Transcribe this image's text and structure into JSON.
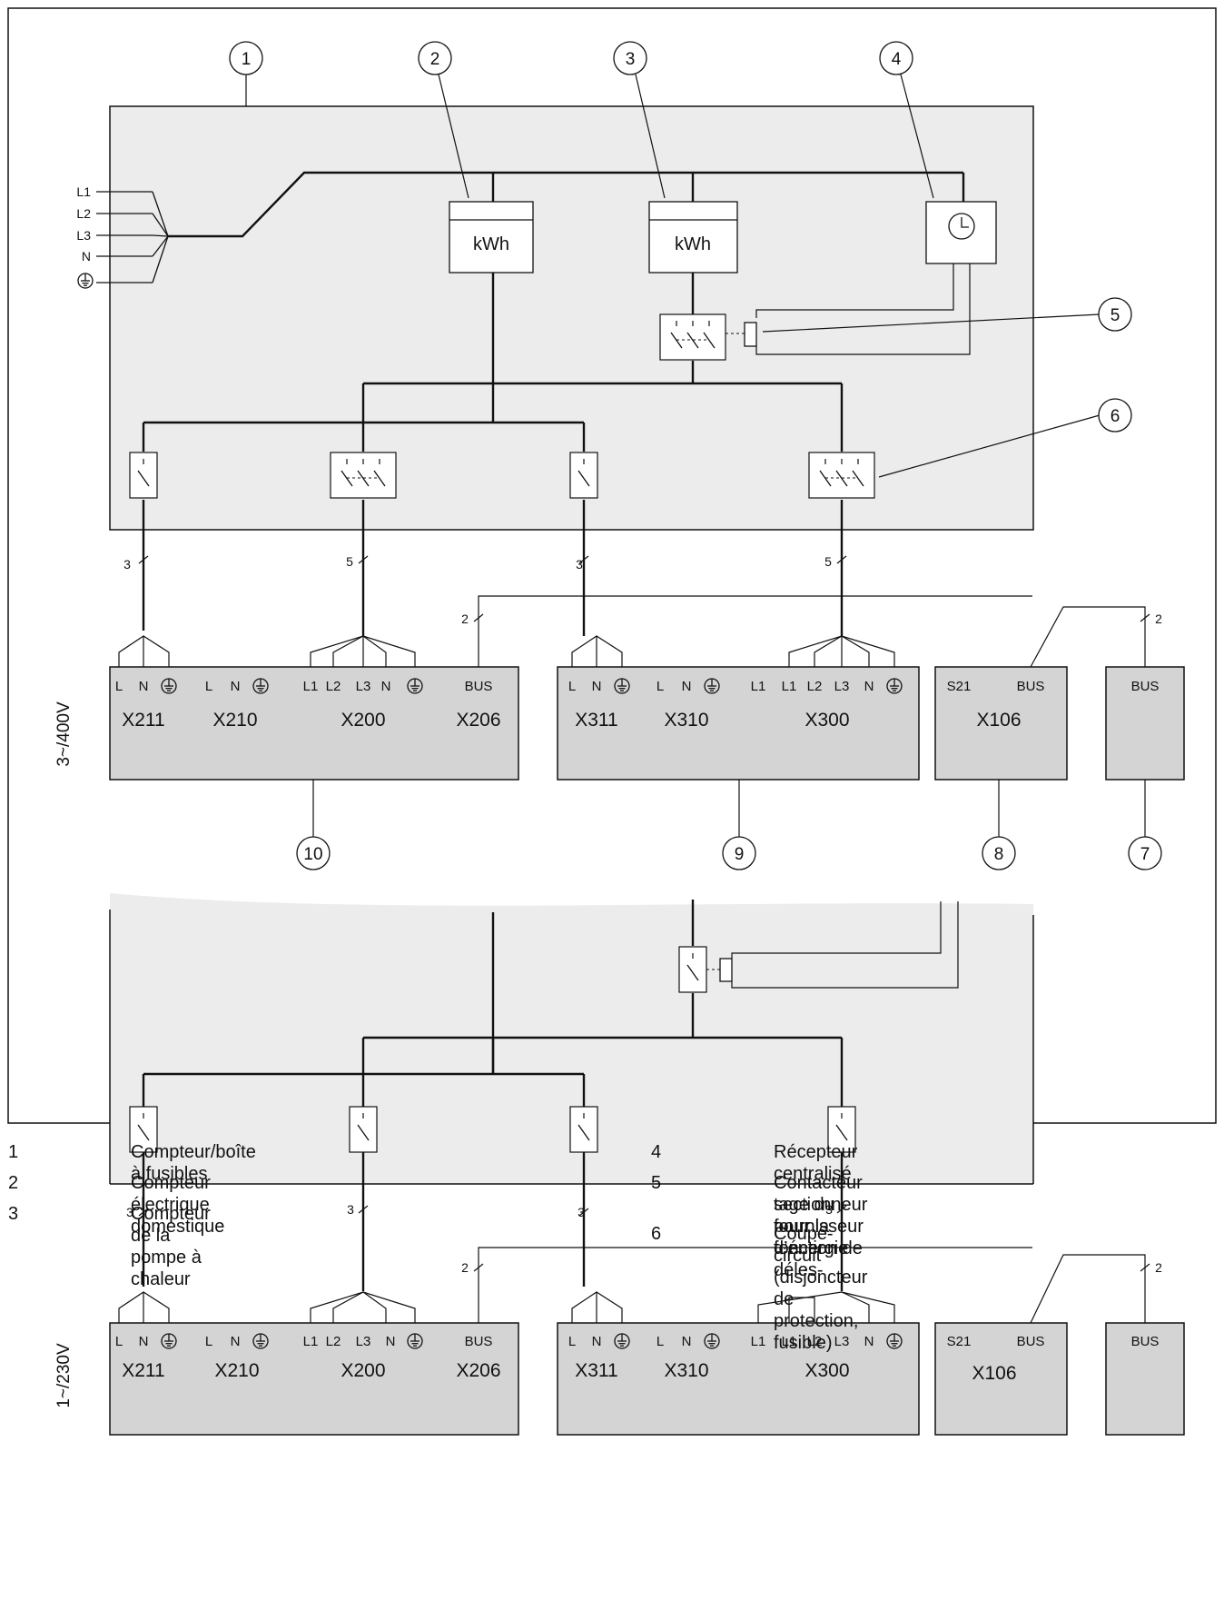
{
  "callouts": [
    "1",
    "2",
    "3",
    "4",
    "5",
    "6",
    "7",
    "8",
    "9",
    "10"
  ],
  "supply": {
    "lines": [
      "L1",
      "L2",
      "L3",
      "N"
    ]
  },
  "meters": {
    "unit": "kWh"
  },
  "voltages": {
    "three_phase": "3~/400V",
    "single_phase": "1~/230V"
  },
  "wire_counts": {
    "top": [
      "3",
      "5",
      "3",
      "5",
      "2",
      "2"
    ],
    "bottom": [
      "3",
      "3",
      "3",
      "3",
      "2",
      "2"
    ]
  },
  "terminals": {
    "top": {
      "box10": [
        "L",
        "N",
        "L",
        "N",
        "L1",
        "L2",
        "L3",
        "N",
        "BUS"
      ],
      "box9": [
        "L",
        "N",
        "L",
        "N",
        "L1",
        "L1",
        "L2",
        "L3",
        "N"
      ],
      "box8": [
        "S21",
        "BUS"
      ],
      "box7": [
        "BUS"
      ]
    },
    "bottom": {
      "box10": [
        "L",
        "N",
        "L",
        "N",
        "L1",
        "L2",
        "L3",
        "N",
        "BUS"
      ],
      "box9": [
        "L",
        "N",
        "L",
        "N",
        "L1",
        "L1",
        "L2",
        "L3",
        "N"
      ],
      "box8": [
        "S21",
        "BUS"
      ],
      "box7": [
        "BUS"
      ]
    }
  },
  "connectors": {
    "box10": [
      "X211",
      "X210",
      "X200",
      "X206"
    ],
    "box9": [
      "X311",
      "X310",
      "X300"
    ],
    "box8": [
      "X106"
    ]
  },
  "legend": [
    {
      "num": "1",
      "text": "Compteur/boîte à fusibles"
    },
    {
      "num": "2",
      "text": "Compteur électrique domestique"
    },
    {
      "num": "3",
      "text": "Compteur de la pompe à chaleur"
    },
    {
      "num": "4",
      "text": "Récepteur centralisé"
    },
    {
      "num": "5",
      "text": "Contacteur sectionneur pour la fonction de déles-"
    },
    {
      "num": "",
      "text": "tage du fournisseur d’énergie"
    },
    {
      "num": "6",
      "text": "Coupe-circuit (disjoncteur de protection, fusible)"
    }
  ]
}
